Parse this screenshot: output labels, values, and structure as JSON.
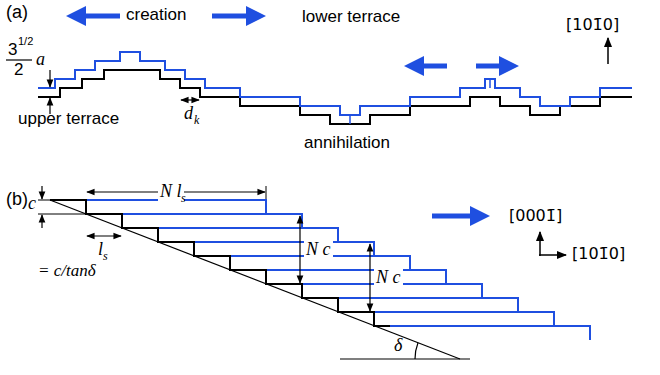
{
  "diagram": {
    "labels": [
      "(a)",
      "creation",
      "lower terrace",
      "[101̄0]",
      "3",
      "1/2",
      "2",
      "a",
      "upper terrace",
      "d",
      "k",
      "annihilation",
      "(b)",
      "N l",
      "s",
      "[0001̄]",
      "[101̄0]",
      "c",
      "N c",
      "l",
      "s",
      "N c",
      "= c/tanδ",
      "δ"
    ]
  }
}
